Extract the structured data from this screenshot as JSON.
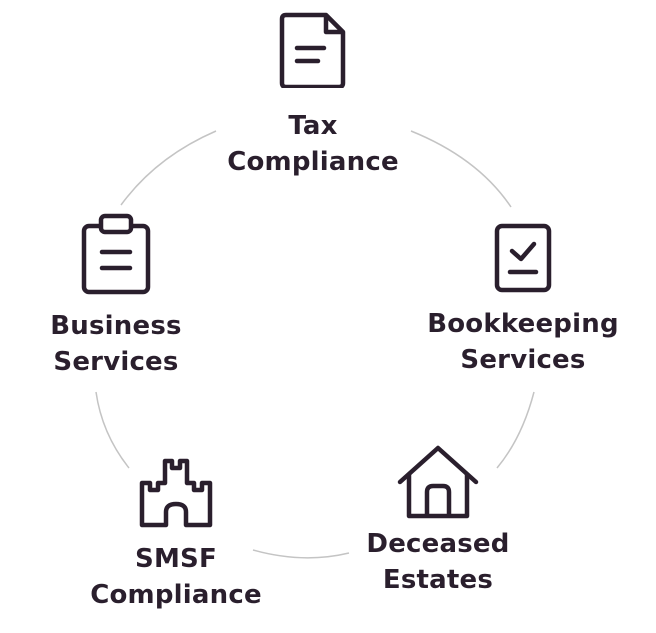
{
  "colors": {
    "ink": "#2a1f2d",
    "connector": "#c4c4c4",
    "background": "#ffffff"
  },
  "services": [
    {
      "icon": "document-icon",
      "line1": "Tax",
      "line2": "Compliance"
    },
    {
      "icon": "checklist-icon",
      "line1": "Bookkeeping",
      "line2": "Services"
    },
    {
      "icon": "house-icon",
      "line1": "Deceased",
      "line2": "Estates"
    },
    {
      "icon": "castle-icon",
      "line1": "SMSF",
      "line2": "Compliance"
    },
    {
      "icon": "clipboard-icon",
      "line1": "Business",
      "line2": "Services"
    }
  ]
}
